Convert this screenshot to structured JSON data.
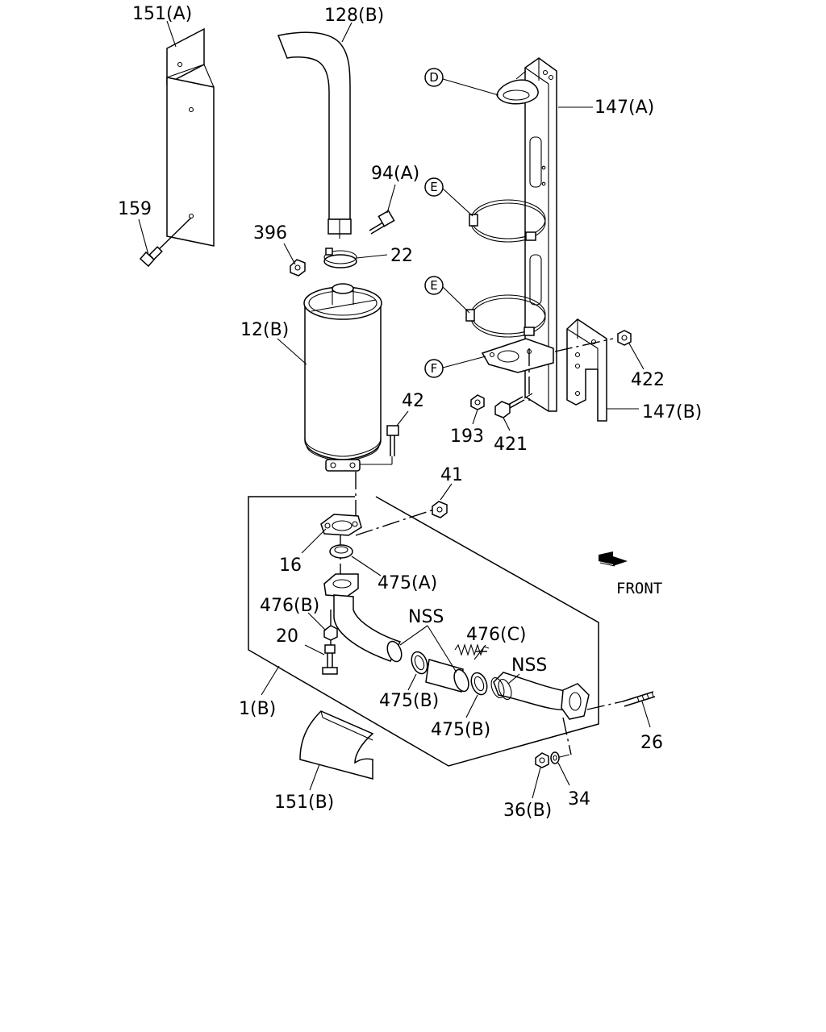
{
  "labels": {
    "l151a": "151(A)",
    "l128b": "128(B)",
    "l147a": "147(A)",
    "l94a": "94(A)",
    "l159": "159",
    "l396": "396",
    "l22": "22",
    "l12b": "12(B)",
    "l42": "42",
    "l422": "422",
    "l147b": "147(B)",
    "l193": "193",
    "l421": "421",
    "l41": "41",
    "l16": "16",
    "l475a": "475(A)",
    "front": "FRONT",
    "l476b": "476(B)",
    "nss1": "NSS",
    "l476c": "476(C)",
    "l20": "20",
    "nss2": "NSS",
    "l1b": "1(B)",
    "l475b1": "475(B)",
    "l475b2": "475(B)",
    "l26": "26",
    "l151b": "151(B)",
    "l34": "34",
    "l36b": "36(B)"
  },
  "callouts": {
    "d": "D",
    "e1": "E",
    "e2": "E",
    "f": "F"
  }
}
